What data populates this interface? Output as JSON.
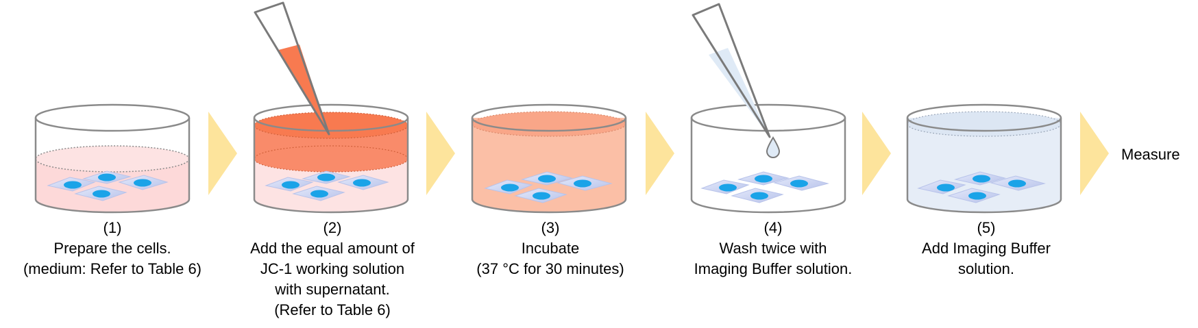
{
  "steps": [
    {
      "number": "(1)",
      "lines": [
        "Prepare the cells.",
        "(medium: Refer to Table 6)"
      ],
      "medium_color": "#fdd9d9"
    },
    {
      "number": "(2)",
      "lines": [
        "Add the equal amount of",
        "JC-1 working solution",
        "with supernatant.",
        "(Refer to Table 6)"
      ],
      "medium_color": "#fde3e3",
      "added_color": "#f87a50"
    },
    {
      "number": "(3)",
      "lines": [
        "Incubate",
        "(37 °C for 30 minutes)"
      ],
      "medium_color": "#fbbfa6"
    },
    {
      "number": "(4)",
      "lines": [
        "Wash twice with",
        "Imaging Buffer solution."
      ],
      "medium_color": "#ffffff",
      "added_color": "#dfeaf6"
    },
    {
      "number": "(5)",
      "lines": [
        "Add Imaging Buffer",
        "solution."
      ],
      "medium_color": "#e6edf7"
    }
  ],
  "final_label": "Measure",
  "colors": {
    "dish_outline": "#8a8a8a",
    "arrow": "#fde49c",
    "cell_nucleus": "#1aa3e8",
    "cell_body": "#c9d3f0",
    "pipette_outline": "#7a7a7a"
  }
}
